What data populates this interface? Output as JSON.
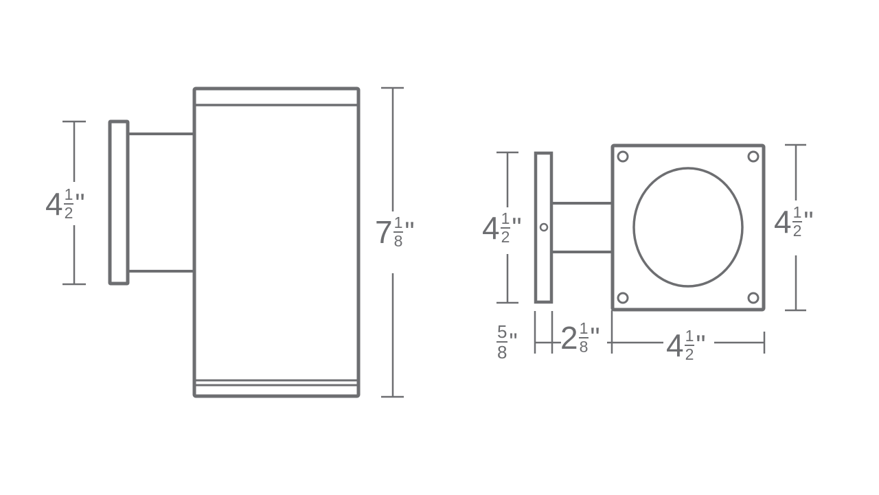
{
  "diagram": {
    "type": "dimension drawing",
    "subject": "wall-mounted cylinder light fixture",
    "line_color": "#6d6e71",
    "views": [
      {
        "name": "side view",
        "dimensions": {
          "backplate_height": {
            "whole": "4",
            "num": "1",
            "den": "2",
            "unit": "\""
          },
          "fixture_height": {
            "whole": "7",
            "num": "1",
            "den": "8",
            "unit": "\""
          }
        }
      },
      {
        "name": "top view",
        "dimensions": {
          "backplate_height": {
            "whole": "4",
            "num": "1",
            "den": "2",
            "unit": "\""
          },
          "head_height": {
            "whole": "4",
            "num": "1",
            "den": "2",
            "unit": "\""
          },
          "backplate_depth": {
            "whole": "",
            "num": "5",
            "den": "8",
            "unit": "\""
          },
          "arm_length": {
            "whole": "2",
            "num": "1",
            "den": "8",
            "unit": "\""
          },
          "head_width": {
            "whole": "4",
            "num": "1",
            "den": "2",
            "unit": "\""
          }
        }
      }
    ]
  }
}
